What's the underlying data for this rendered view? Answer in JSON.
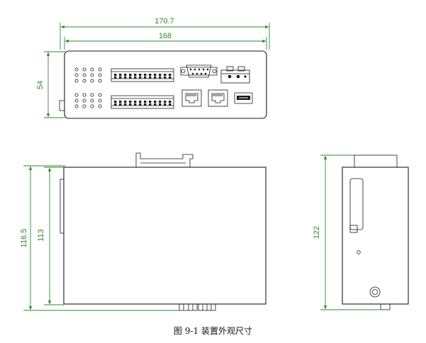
{
  "dimensions": {
    "front_total_width": "170.7",
    "front_body_width": "168",
    "front_height": "54",
    "side_total_height": "116.5",
    "side_body_height": "113",
    "end_height": "122"
  },
  "caption": "图 9-1 装置外观尺寸",
  "colors": {
    "dimension_line": "#2e8a2e",
    "outline": "#1a1a1a",
    "background": "#ffffff"
  }
}
